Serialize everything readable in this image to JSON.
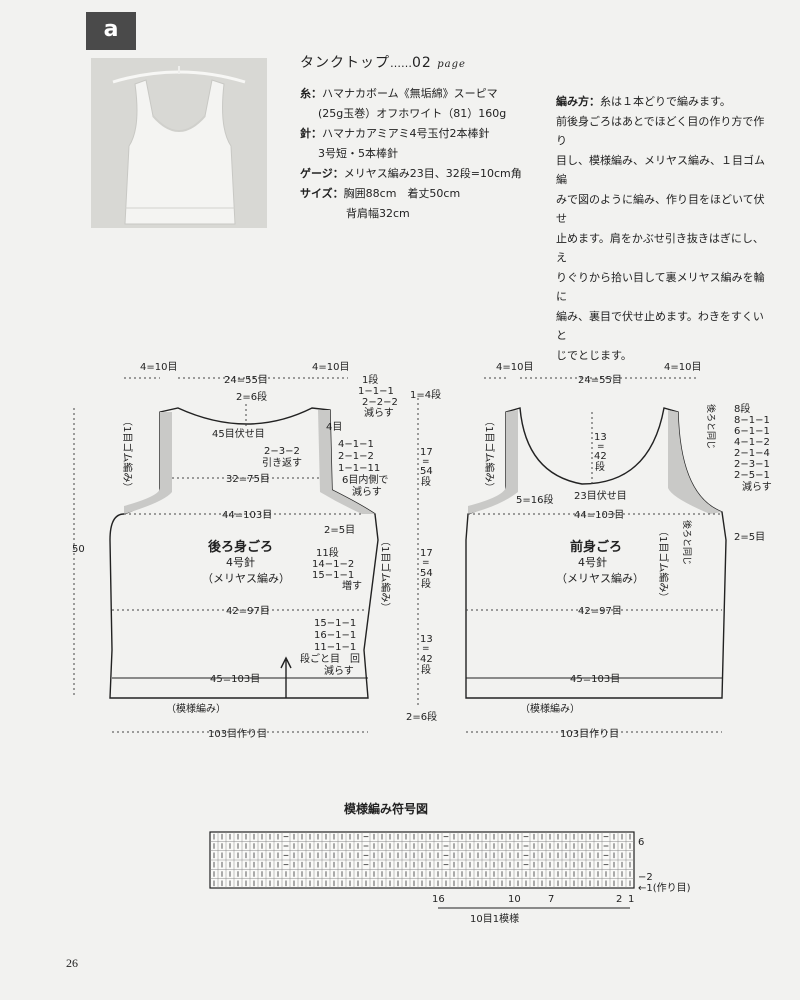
{
  "header": {
    "badge": "a"
  },
  "product": {
    "title": "タンクトップ",
    "dots": "……",
    "page_ref": "02",
    "page_word": "page"
  },
  "materials": {
    "yarn_label": "糸：",
    "yarn_line1": "ハマナカボーム《無垢綿》スーピマ",
    "yarn_line2": "(25g玉巻）オフホワイト（81）160g",
    "needle_label": "針：",
    "needle_line1": "ハマナカアミアミ4号玉付2本棒針",
    "needle_line2": "3号短・5本棒針",
    "gauge_label": "ゲージ：",
    "gauge_text": "メリヤス編み23目、32段=10cm角",
    "size_label": "サイズ：",
    "size_line1": "胸囲88cm　着丈50cm",
    "size_line2": "背肩幅32cm"
  },
  "instructions": {
    "label": "編み方：",
    "line1": "糸は１本どりで編みます。",
    "line2": "前後身ごろはあとでほどく目の作り方で作り",
    "line3": "目し、模様編み、メリヤス編み、１目ゴム編",
    "line4": "みで図のように編み、作り目をほどいて伏せ",
    "line5": "止めます。肩をかぶせ引き抜きはぎにし、え",
    "line6": "りぐりから拾い目して裏メリヤス編みを輪に",
    "line7": "編み、裏目で伏せ止めます。わきをすくいと",
    "line8": "じでとじます。"
  },
  "back": {
    "title": "後ろ身ごろ",
    "needle": "4号針",
    "stitch": "（メリヤス編み）",
    "shoulder_l": "4=10目",
    "shoulder_r": "4=10目",
    "top_width": "24=55目",
    "neck_depth": "2=6段",
    "neck_bindoff": "45目伏せ目",
    "neck_short_rows": "2−3−2",
    "short_rows_note": "引き返す",
    "neck_dec": [
      "1段",
      "1−1−1",
      "2−2−2",
      "減らす"
    ],
    "rib_small": "4目",
    "armhole_dec": [
      "4−1−1",
      "2−1−2",
      "1−1−11",
      "6目内側で",
      "減らす"
    ],
    "armhole_width": "32=75目",
    "chest_width": "44=103目",
    "side_inc": [
      "11段",
      "14−1−2",
      "15−1−1",
      "増す"
    ],
    "rib_side": "2=5目",
    "waist_width": "42=97目",
    "side_dec": [
      "15−1−1",
      "16−1−1",
      "11−1−1",
      "段ごと目　回",
      "減らす"
    ],
    "hem_width": "45=103目",
    "pattern_label": "（模様編み）",
    "cast_on": "103目作り目",
    "rib_label": "（1目ゴム編み）",
    "rib_label2": "（1目ゴム編み）"
  },
  "front": {
    "title": "前身ごろ",
    "needle": "4号針",
    "stitch": "（メリヤス編み）",
    "shoulder_l": "4=10目",
    "shoulder_r": "4=10目",
    "top_width": "24=55目",
    "neck_depth_cm": "13",
    "neck_depth_eq": "=",
    "neck_depth_rows": "42",
    "neck_depth_unit": "段",
    "neck_bottom": "23目伏せ目",
    "neck_side": "5=16段",
    "armhole_dec": [
      "8段",
      "8−1−1",
      "6−1−1",
      "4−1−2",
      "2−1−4",
      "2−3−1",
      "2−5−1",
      "減らす"
    ],
    "same_as_back": "後ろと同じ",
    "same_as_back2": "後ろと同じ",
    "chest_width": "44=103目",
    "rib_side": "2=5目",
    "waist_width": "42=97目",
    "hem_width": "45=103目",
    "pattern_label": "（模様編み）",
    "cast_on": "103目作り目",
    "rib_label": "（1目ゴム編み）",
    "rib_label2": "（1目ゴム編み）"
  },
  "vertical": {
    "total": "50",
    "top": "1=4段",
    "armhole_cm": "17",
    "armhole_eq": "=",
    "armhole_rows": "54",
    "armhole_unit": "段",
    "mid_cm": "17",
    "mid_eq": "=",
    "mid_rows": "54",
    "mid_unit": "段",
    "lower_cm": "13",
    "lower_eq": "=",
    "lower_rows": "42",
    "lower_unit": "段",
    "hem": "2=6段"
  },
  "chart": {
    "title": "模様編み符号図",
    "row6": "6",
    "row2": "−2",
    "row1": "←1(作り目)",
    "col16": "16",
    "col10": "10",
    "col7": "7",
    "col2": "2",
    "col1": "1",
    "repeat": "10目1模様"
  },
  "footer": {
    "page_number": "26"
  }
}
